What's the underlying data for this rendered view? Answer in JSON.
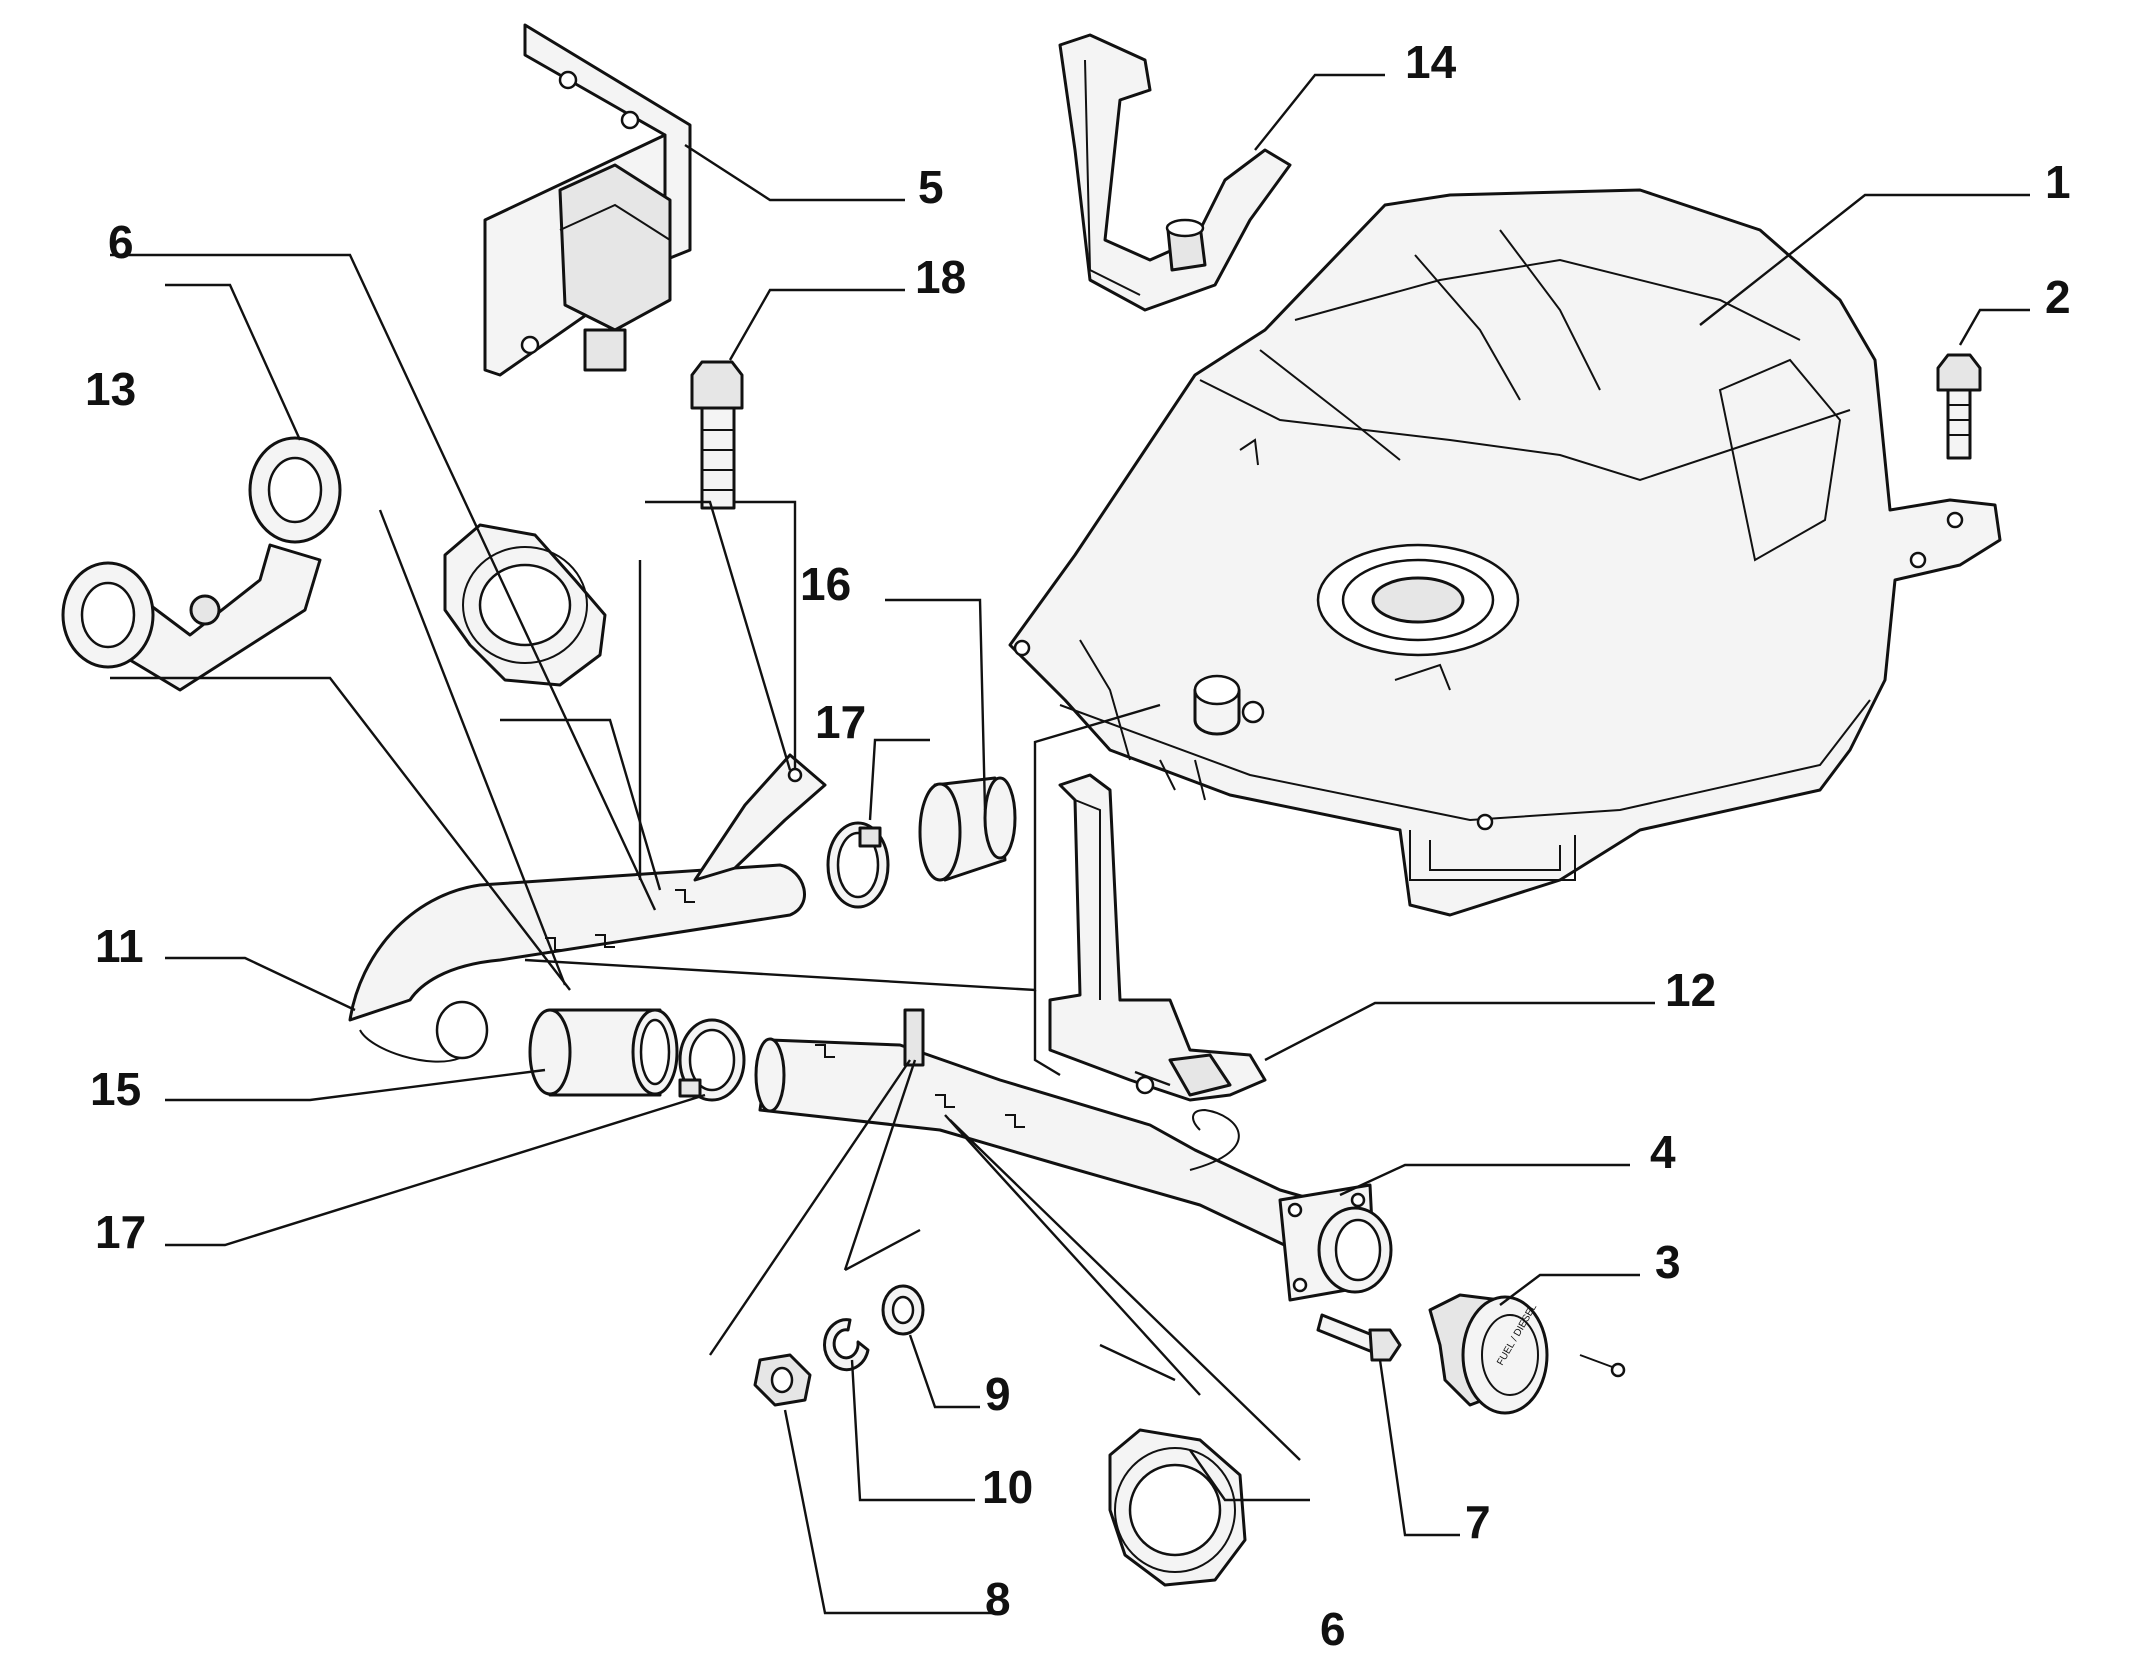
{
  "callouts": {
    "c1": "1",
    "c2": "2",
    "c3": "3",
    "c4": "4",
    "c5": "5",
    "c6a": "6",
    "c6b": "6",
    "c7": "7",
    "c8": "8",
    "c9": "9",
    "c10": "10",
    "c11": "11",
    "c12": "12",
    "c13": "13",
    "c14": "14",
    "c15": "15",
    "c16": "16",
    "c17a": "17",
    "c17b": "17",
    "c18": "18"
  },
  "cap_text": "FUEL / DIESEL"
}
